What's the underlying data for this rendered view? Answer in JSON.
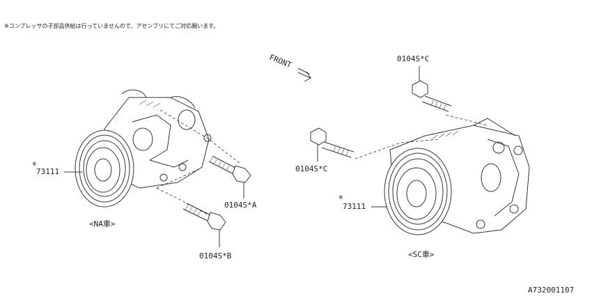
{
  "notice": "※コンプレッサの子部品供給は行っていませんので、アセンブリにてご対応願います。",
  "front_label": "FRONT",
  "diagram_id": "A732001107",
  "na_assembly": {
    "caption": "<NA車>",
    "part_mark": "※",
    "part_number": "73111",
    "bolt_a": "0104S*A",
    "bolt_b": "0104S*B"
  },
  "sc_assembly": {
    "caption": "<SC車>",
    "part_mark": "※",
    "part_number": "73111",
    "bolt_c_top": "0104S*C",
    "bolt_c_left": "0104S*C"
  }
}
